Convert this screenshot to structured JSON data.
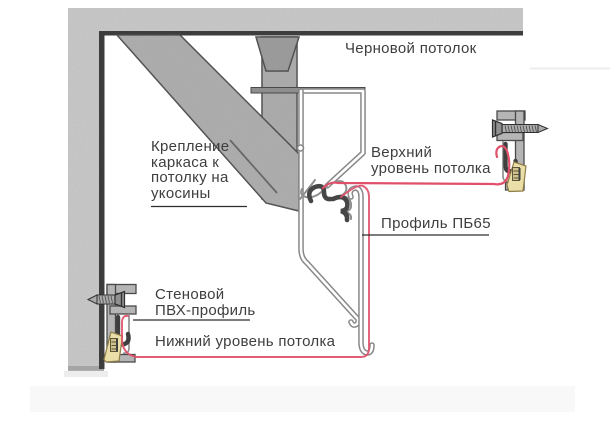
{
  "diagram": {
    "labels": {
      "rough_ceiling": "Черновой потолок",
      "frame_bracing": {
        "lines": [
          "Крепление",
          "каркаса к",
          "потолку на",
          "укосины"
        ]
      },
      "upper_level": {
        "lines": [
          "Верхний",
          "уровень потолка"
        ]
      },
      "profile_pb65": "Профиль ПБ65",
      "wall_pvc_profile": {
        "lines": [
          "Стеновой",
          "ПВХ-профиль"
        ]
      },
      "lower_level": "Нижний уровень потолка"
    },
    "colors": {
      "canvas_red": "#e0506a",
      "insert_beige": "#eadfa9",
      "concrete_gray": "#c8c8c8",
      "metal_gray": "#b0b0b0",
      "edge_dark": "#3d3d3d",
      "profile_outline": "#898989"
    }
  }
}
